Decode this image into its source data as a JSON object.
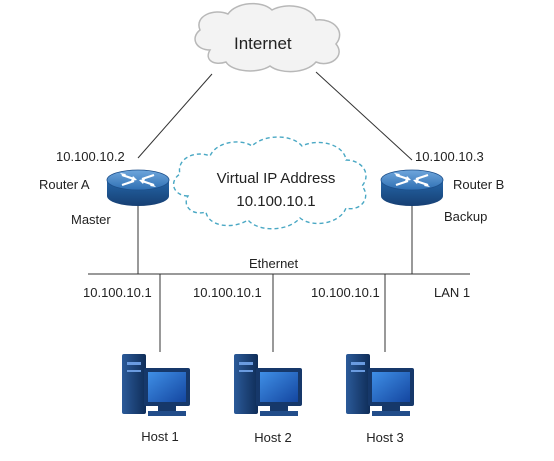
{
  "internet": {
    "label": "Internet"
  },
  "virtual_ip": {
    "title": "Virtual IP Address",
    "address": "10.100.10.1"
  },
  "router_a": {
    "name": "Router A",
    "ip": "10.100.10.2",
    "role": "Master"
  },
  "router_b": {
    "name": "Router B",
    "ip": "10.100.10.3",
    "role": "Backup"
  },
  "network": {
    "ethernet_label": "Ethernet",
    "lan_label": "LAN 1"
  },
  "hosts": [
    {
      "name": "Host 1",
      "gateway": "10.100.10.1"
    },
    {
      "name": "Host 2",
      "gateway": "10.100.10.1"
    },
    {
      "name": "Host 3",
      "gateway": "10.100.10.1"
    }
  ],
  "colors": {
    "router": "#1f5e9f",
    "router_light": "#4f8fd0",
    "virtual_cloud": "#4aa8c4",
    "internet_cloud": "#f2f2f2",
    "host": "#1a3e70",
    "monitor_screen": "#1c5fb0"
  }
}
